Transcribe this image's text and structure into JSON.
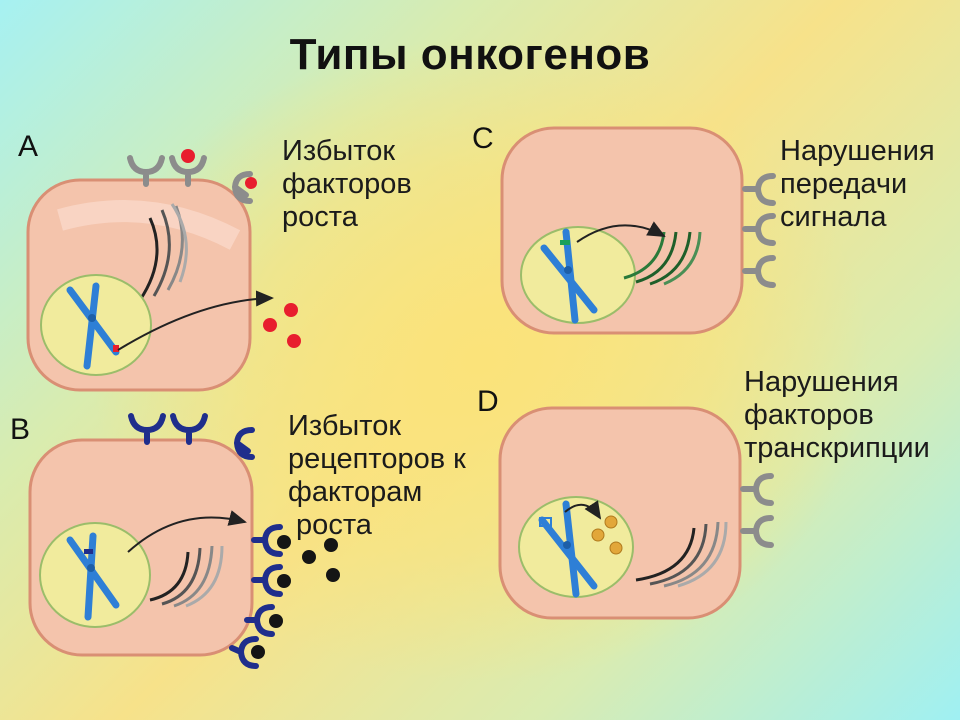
{
  "title": "Типы онкогенов",
  "panels": [
    {
      "letter": "A",
      "caption": [
        "Избыток",
        "факторов",
        "роста"
      ]
    },
    {
      "letter": "B",
      "caption": [
        "Избыток",
        "рецепторов к",
        "факторам",
        " роста"
      ]
    },
    {
      "letter": "C",
      "caption": [
        "Нарушения",
        "передачи",
        "сигнала"
      ]
    },
    {
      "letter": "D",
      "caption": [
        "Нарушения",
        "факторов",
        "транскрипции"
      ]
    }
  ],
  "colors": {
    "cell_fill": "#f4c4ac",
    "cell_stroke": "#d98f74",
    "nucleus_fill": "#f1eb9d",
    "nucleus_stroke": "#9bbd6a",
    "chromosome": "#2e7fd6",
    "receptor_gray": "#8c8c8c",
    "receptor_navy": "#1f2e8c",
    "growth_factor_red": "#e81e2e",
    "growth_factor_black": "#151515",
    "transcription_factor": "#e2a73a"
  }
}
